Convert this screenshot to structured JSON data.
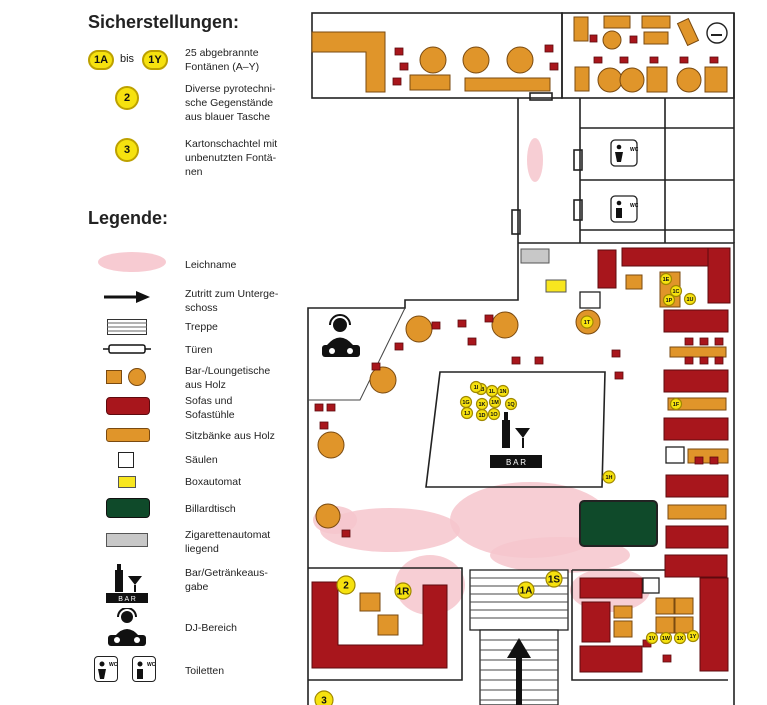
{
  "sections": {
    "sicherstellungen": "Sicherstellungen:",
    "legende": "Legende:"
  },
  "evidence": [
    {
      "badge_a": "1A",
      "connector": "bis",
      "badge_b": "1Y",
      "text": "25 abgebrannte Fontänen (A–Y)"
    },
    {
      "badge": "2",
      "text": "Diverse pyrotechni-\nsche Gegenstände\naus blauer Tasche"
    },
    {
      "badge": "3",
      "text": "Kartonschachtel mit\nunbenutzten Fontä-\nnen"
    }
  ],
  "legend": [
    {
      "key": "body",
      "label": "Leichname"
    },
    {
      "key": "arrow",
      "label": "Zutritt zum Unterge-\nschoss"
    },
    {
      "key": "stairs",
      "label": "Treppe"
    },
    {
      "key": "door",
      "label": "Türen"
    },
    {
      "key": "wood-tables",
      "label": "Bar-/Loungetische\naus Holz"
    },
    {
      "key": "sofas",
      "label": "Sofas und\nSofastühle"
    },
    {
      "key": "benches",
      "label": "Sitzbänke aus Holz"
    },
    {
      "key": "pillars",
      "label": "Säulen"
    },
    {
      "key": "boxing",
      "label": "Boxautomat"
    },
    {
      "key": "billiard",
      "label": "Billardtisch"
    },
    {
      "key": "cig",
      "label": "Zigarettenautomat\nliegend"
    },
    {
      "key": "bar",
      "label": "Bar/Getränkeaus-\ngabe"
    },
    {
      "key": "dj",
      "label": "DJ-Bereich"
    },
    {
      "key": "wc",
      "label": "Toiletten"
    }
  ],
  "plan": {
    "bar_label": "B A R",
    "wc_label": "WC",
    "markers": [
      "1A",
      "1B",
      "1C",
      "1D",
      "1E",
      "1F",
      "1G",
      "1H",
      "1I",
      "1J",
      "1K",
      "1L",
      "1M",
      "1N",
      "1O",
      "1P",
      "1Q",
      "1R",
      "1S",
      "1T",
      "1U",
      "1V",
      "1W",
      "1X",
      "1Y",
      "2",
      "3"
    ]
  },
  "colors": {
    "yellow_badge": "#f6e20f",
    "wood": "#e0952a",
    "sofa": "#a8161c",
    "billiard": "#0f4a2a",
    "body": "#f6c5cd",
    "cig": "#c8c8c8",
    "boxing": "#f8e61f"
  }
}
